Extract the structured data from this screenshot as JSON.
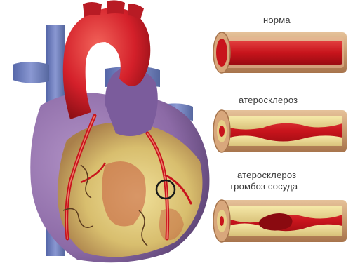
{
  "labels": {
    "normal": "норма",
    "atherosclerosis": "атеросклероз",
    "thrombosis_line1": "атеросклероз",
    "thrombosis_line2": "тромбоз сосуда"
  },
  "colors": {
    "aorta_red": "#d4202a",
    "vein_blue": "#6f7fbf",
    "heart_purple": "#8c6aa6",
    "plaque_yellow": "#e6d27a",
    "vessel_wall": "#c99a6e",
    "lumen_red": "#c8141c",
    "highlight_circle": "#1a1a1a"
  }
}
